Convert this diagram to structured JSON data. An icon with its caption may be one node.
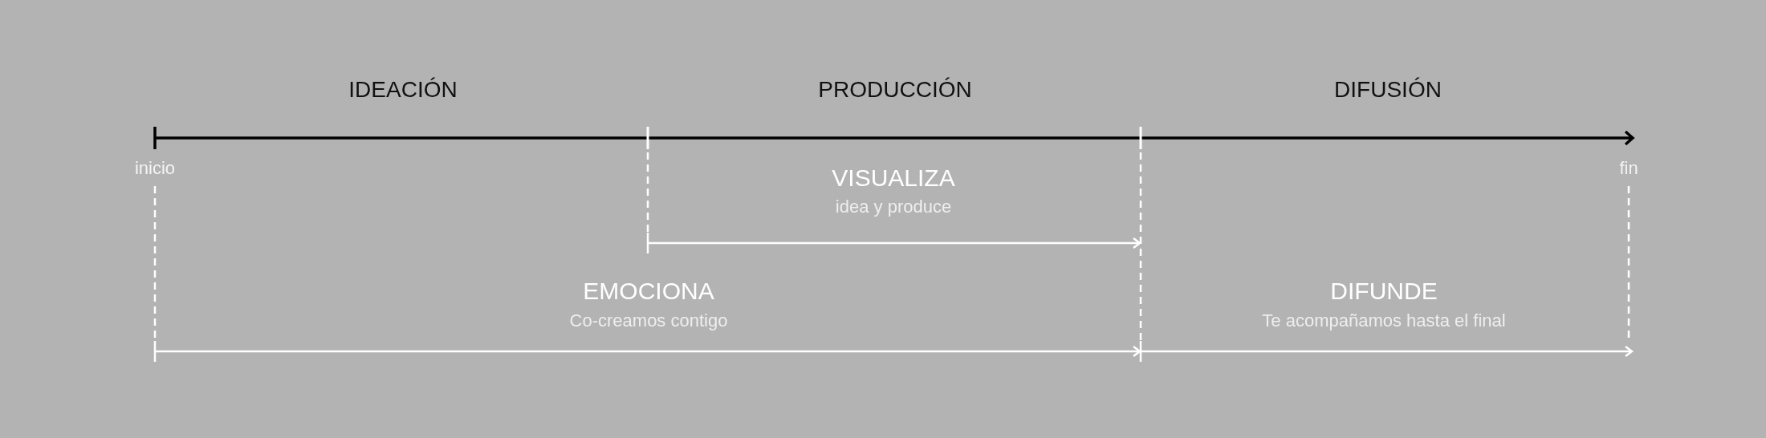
{
  "diagram": {
    "labels": [
      "IDEACIÓN",
      "PRODUCCIÓN",
      "DIFUSIÓN",
      "inicio",
      "fin",
      "VISUALIZA",
      "idea y produce",
      "EMOCIONA",
      "Co-creamos contigo",
      "DIFUNDE",
      "Te acompañamos hasta el final"
    ]
  }
}
